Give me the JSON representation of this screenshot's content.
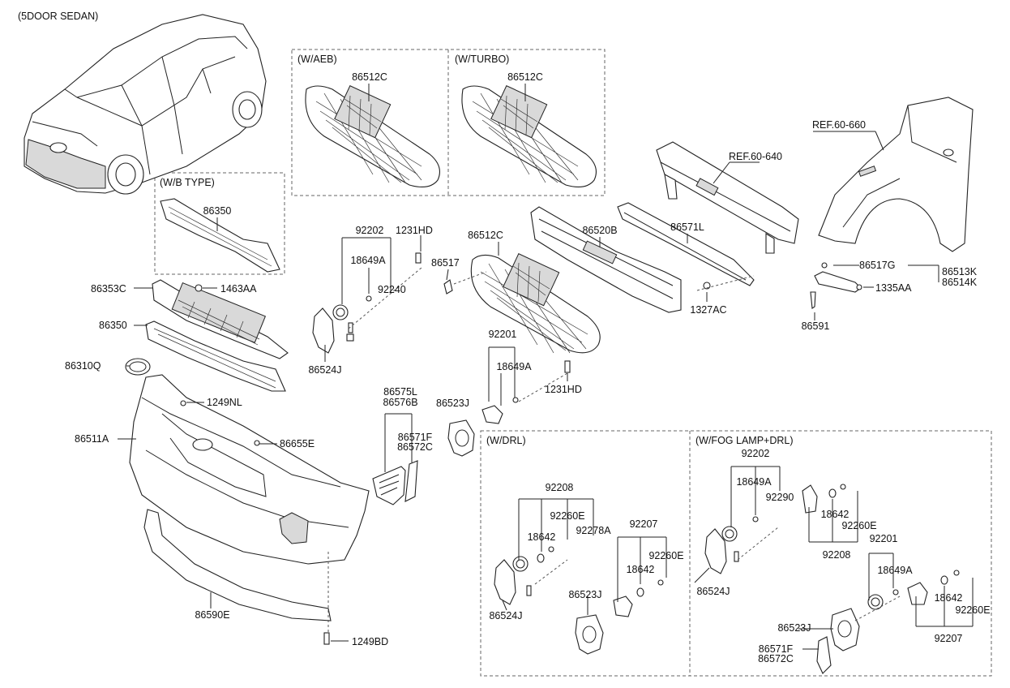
{
  "titles": {
    "sedan": "(5DOOR SEDAN)",
    "aeb": "(W/AEB)",
    "turbo": "(W/TURBO)",
    "btype": "(W/B TYPE)",
    "drl": "(W/DRL)",
    "foglamp": "(W/FOG LAMP+DRL)"
  },
  "refs": {
    "r640": "REF.60-640",
    "r660": "REF.60-660"
  },
  "labels": {
    "aeb_86512C": "86512C",
    "turbo_86512C": "86512C",
    "btype_86350": "86350",
    "l86353C": "86353C",
    "l1463AA": "1463AA",
    "l86350": "86350",
    "l86310Q": "86310Q",
    "l1249NL": "1249NL",
    "l86511A": "86511A",
    "l86655E": "86655E",
    "l86590E": "86590E",
    "l1249BD": "1249BD",
    "l92202": "92202",
    "l1231HD_a": "1231HD",
    "l18649A": "18649A",
    "l92240": "92240",
    "l86524J": "86524J",
    "l86517": "86517",
    "l86512C": "86512C",
    "l92201": "92201",
    "l18649A_b": "18649A",
    "l1231HD_b": "1231HD",
    "l86523J": "86523J",
    "l86575L": "86575L",
    "l86576B": "86576B",
    "l86571F": "86571F",
    "l86572C": "86572C",
    "l86520B": "86520B",
    "l86571L": "86571L",
    "l1327AC": "1327AC",
    "l86517G": "86517G",
    "l86513K": "86513K",
    "l86514K": "86514K",
    "l1335AA": "1335AA",
    "l86591": "86591",
    "drl_92208": "92208",
    "drl_92260E": "92260E",
    "drl_18642": "18642",
    "drl_92278A": "92278A",
    "drl_92207": "92207",
    "drl_92260E_b": "92260E",
    "drl_18642_b": "18642",
    "drl_86523J": "86523J",
    "drl_86524J": "86524J",
    "fog_92202": "92202",
    "fog_18649A": "18649A",
    "fog_92290": "92290",
    "fog_18642": "18642",
    "fog_92260E": "92260E",
    "fog_86524J": "86524J",
    "fog_92208": "92208",
    "fog_92201": "92201",
    "fog_18649A_b": "18649A",
    "fog_18642_b": "18642",
    "fog_92260E_b": "92260E",
    "fog_86523J": "86523J",
    "fog_92207": "92207",
    "fog_86571F": "86571F",
    "fog_86572C": "86572C"
  }
}
